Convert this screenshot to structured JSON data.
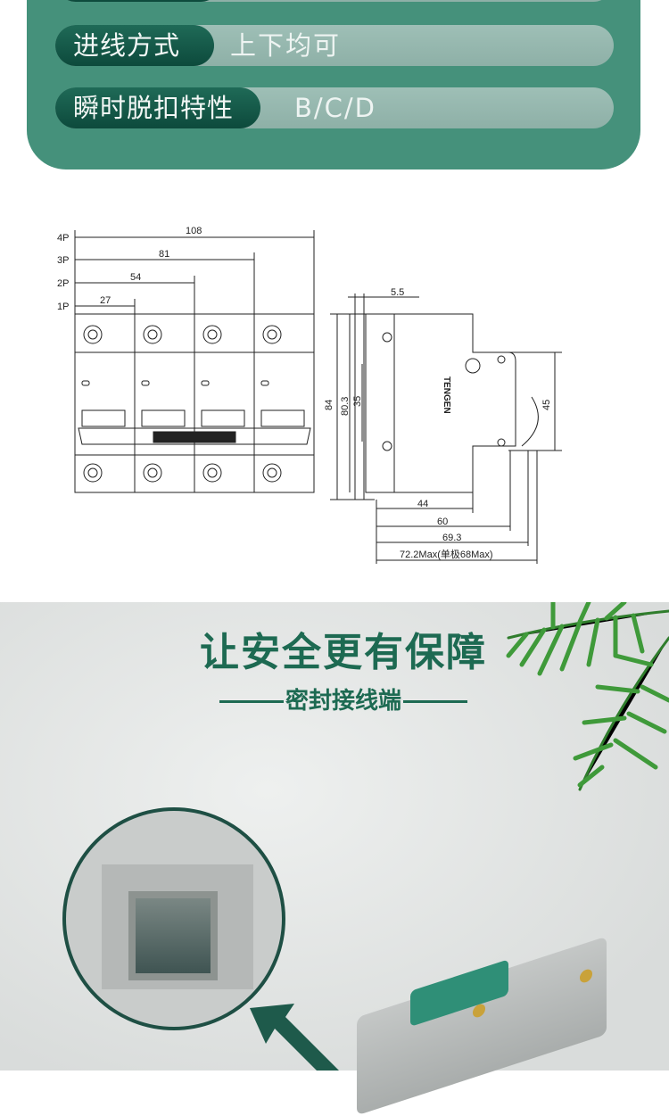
{
  "specs": [
    {
      "label": "",
      "value": ""
    },
    {
      "label": "进线方式",
      "value": "上下均可"
    },
    {
      "label": "瞬时脱扣特性",
      "value": "B/C/D"
    }
  ],
  "drawing": {
    "poles": [
      "4P",
      "3P",
      "2P",
      "1P"
    ],
    "widths": [
      "108",
      "81",
      "54",
      "27"
    ],
    "side": {
      "top_offset": "5.5",
      "heights": [
        "84",
        "80.3",
        "35"
      ],
      "right_height": "45",
      "depths": [
        "44",
        "60",
        "69.3",
        "72.2Max(单极68Max)"
      ]
    },
    "brand": "TENGEN"
  },
  "section": {
    "title": "让安全更有保障",
    "subtitle": "密封接线端"
  },
  "colors": {
    "panel": "#45917b",
    "label": "#0d4a3c",
    "accent": "#1d6a52"
  }
}
